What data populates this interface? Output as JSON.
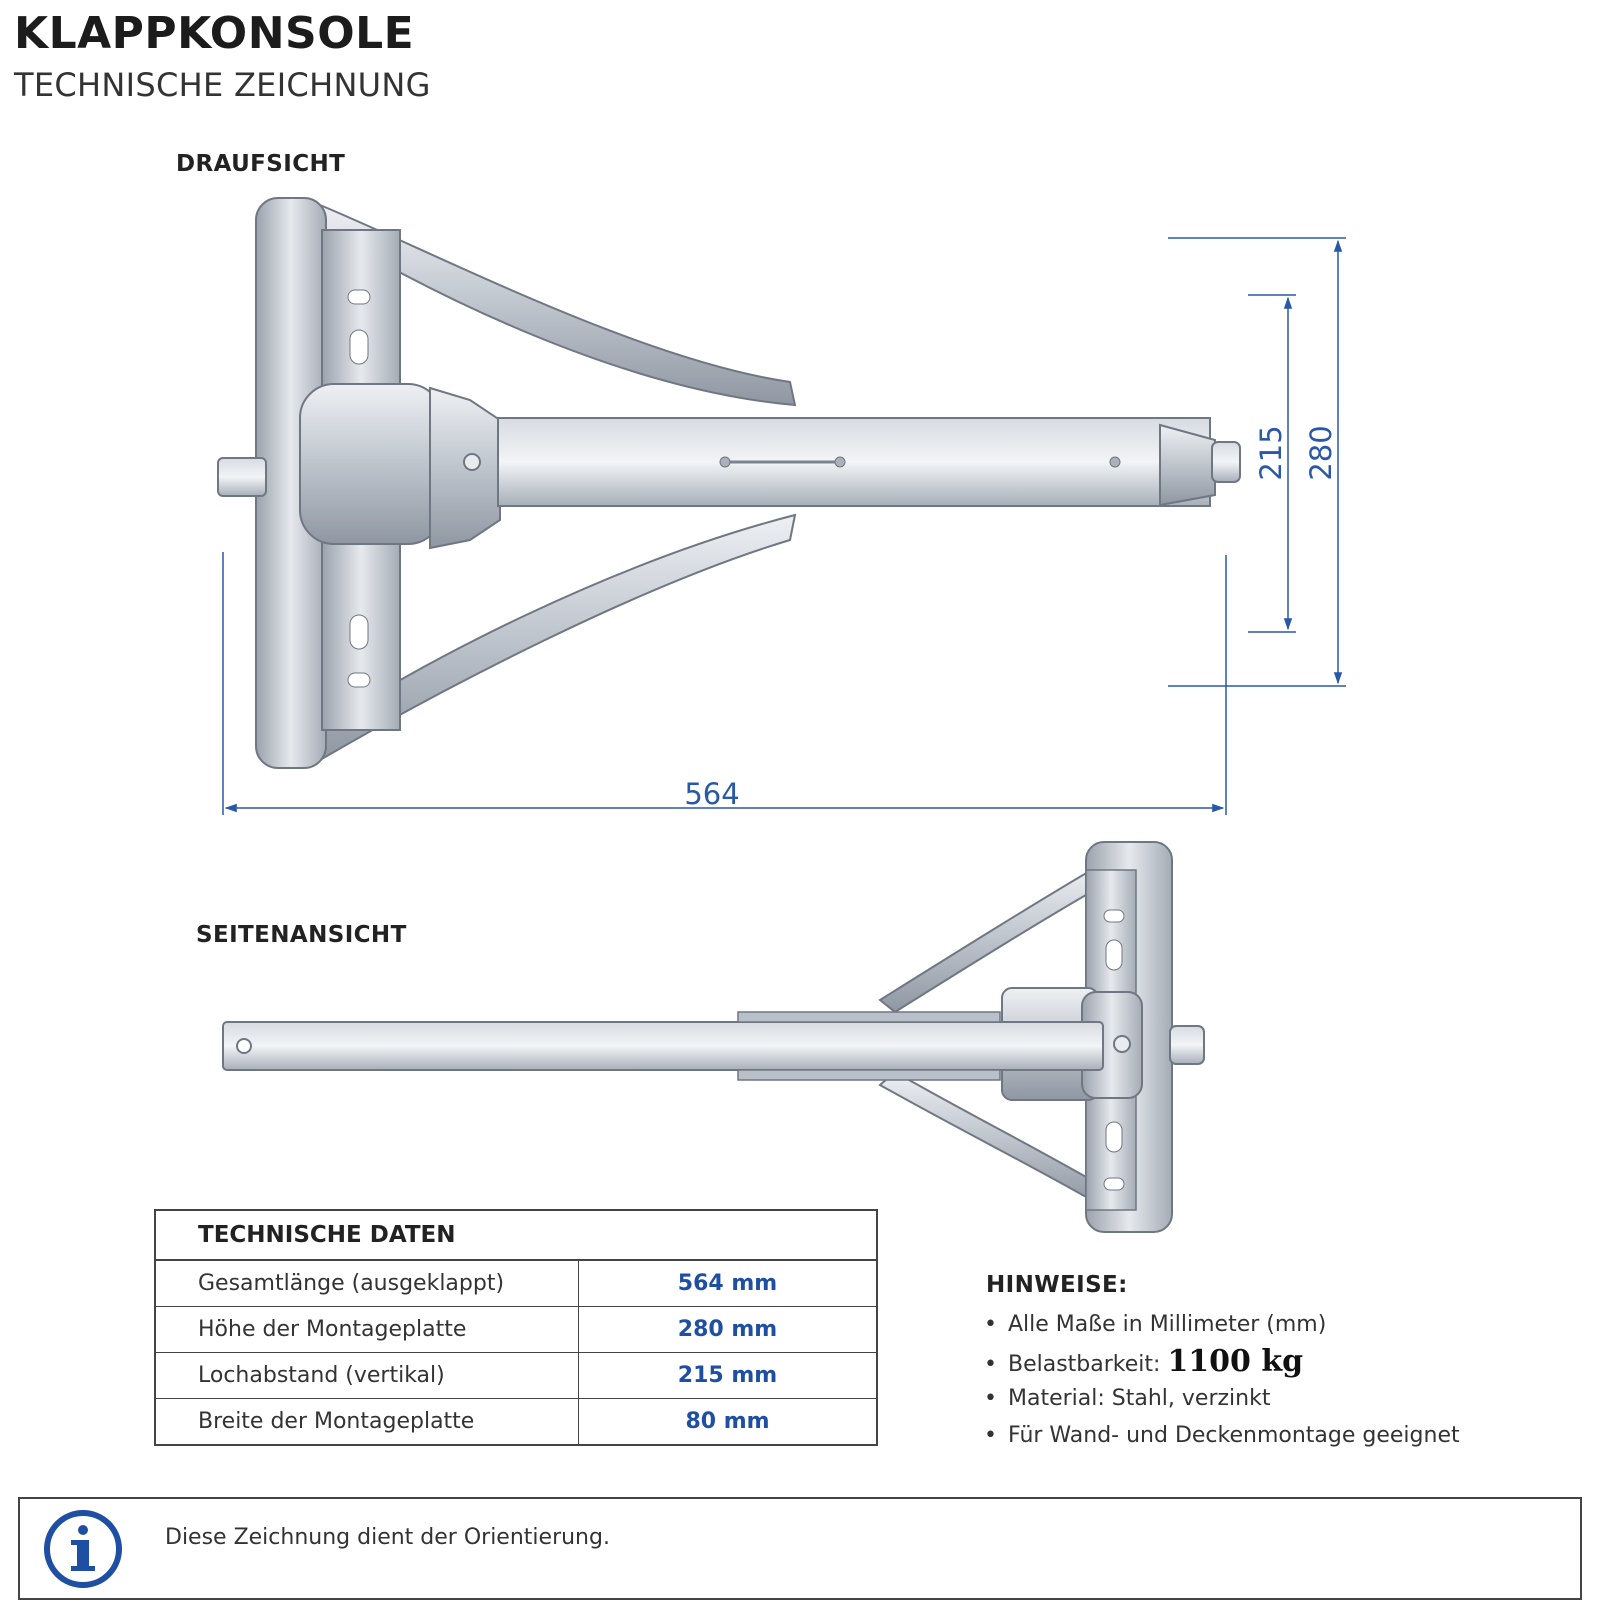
{
  "header": {
    "title": "KLAPPKONSOLE",
    "subtitle": "TECHNISCHE ZEICHNUNG"
  },
  "views": {
    "top_view_label": "DRAUFSICHT",
    "side_view_label": "SEITENANSICHT"
  },
  "dimensions": {
    "overall_length": "564",
    "hole_spacing": "215",
    "plate_height": "280"
  },
  "tech_table": {
    "title": "TECHNISCHE DATEN",
    "rows": [
      {
        "label": "Gesamtlänge (ausgeklappt)",
        "value": "564 mm"
      },
      {
        "label": "Höhe der Montageplatte",
        "value": "280 mm"
      },
      {
        "label": "Lochabstand (vertikal)",
        "value": "215 mm"
      },
      {
        "label": "Breite der Montageplatte",
        "value": "80 mm"
      }
    ]
  },
  "notes": {
    "title": "HINWEISE:",
    "items": [
      {
        "text": "Alle Maße in Millimeter (mm)"
      },
      {
        "text": "Belastbarkeit: ",
        "value": "1100 kg"
      },
      {
        "text": "Material: Stahl, verzinkt"
      },
      {
        "text": "Für Wand- und Deckenmontage geeignet"
      }
    ]
  },
  "info": {
    "icon": "info-icon",
    "text": "Diese Zeichnung dient der Orientierung."
  },
  "colors": {
    "dimension": "#2a58a8",
    "table_value": "#1f4fa3",
    "steel": "#c9ced6",
    "info_icon": "#1f4fa3"
  }
}
